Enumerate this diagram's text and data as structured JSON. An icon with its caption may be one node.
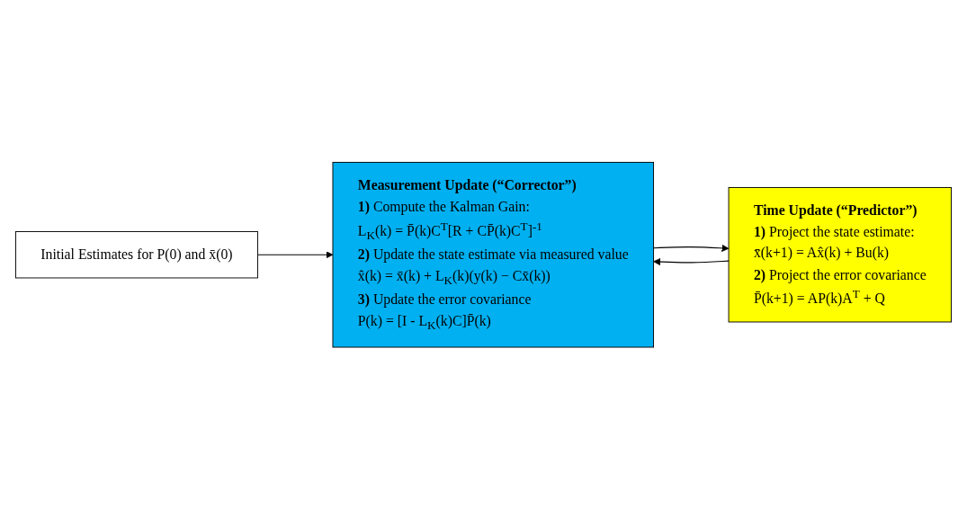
{
  "diagram": {
    "nodes": [
      {
        "text": [
          "Initial Estimates for P(0) and x̄(0)"
        ]
      },
      {
        "text": [
          "Time Update (“Predictor”)",
          "**1)** Project the state estimate:",
          "x̄(k+1) = Ax̂(k) + Bu(k)",
          "**2)** Project the error covariance",
          "P̄(k+1) = AP(k)A$^{T}$ + Q"
        ]
      },
      {
        "text": [
          "Measurement Update (“Corrector”)",
          "**1)** Compute the Kalman Gain:",
          "L$_{K}$(k) = P̄(k)C$^{T}$[R + CP̄(k)C$^{T}$]$^{-1}$",
          "**2)** Update the state estimate via measured value",
          "x̂(k) = x̄(k) + L$_{K}$(k)(y(k) − Cx̄(k))",
          "**3)** Update the error covariance",
          "P(k) = [I - L$_{K}$(k)C]P̄(k)"
        ]
      }
    ],
    "edges": [
      {
        "from": 1,
        "to": 2,
        "arrow": "to"
      },
      {
        "from": 0,
        "to": 2,
        "arrow": "to"
      },
      {
        "from": 2,
        "to": 1,
        "arrow": "to"
      }
    ]
  }
}
